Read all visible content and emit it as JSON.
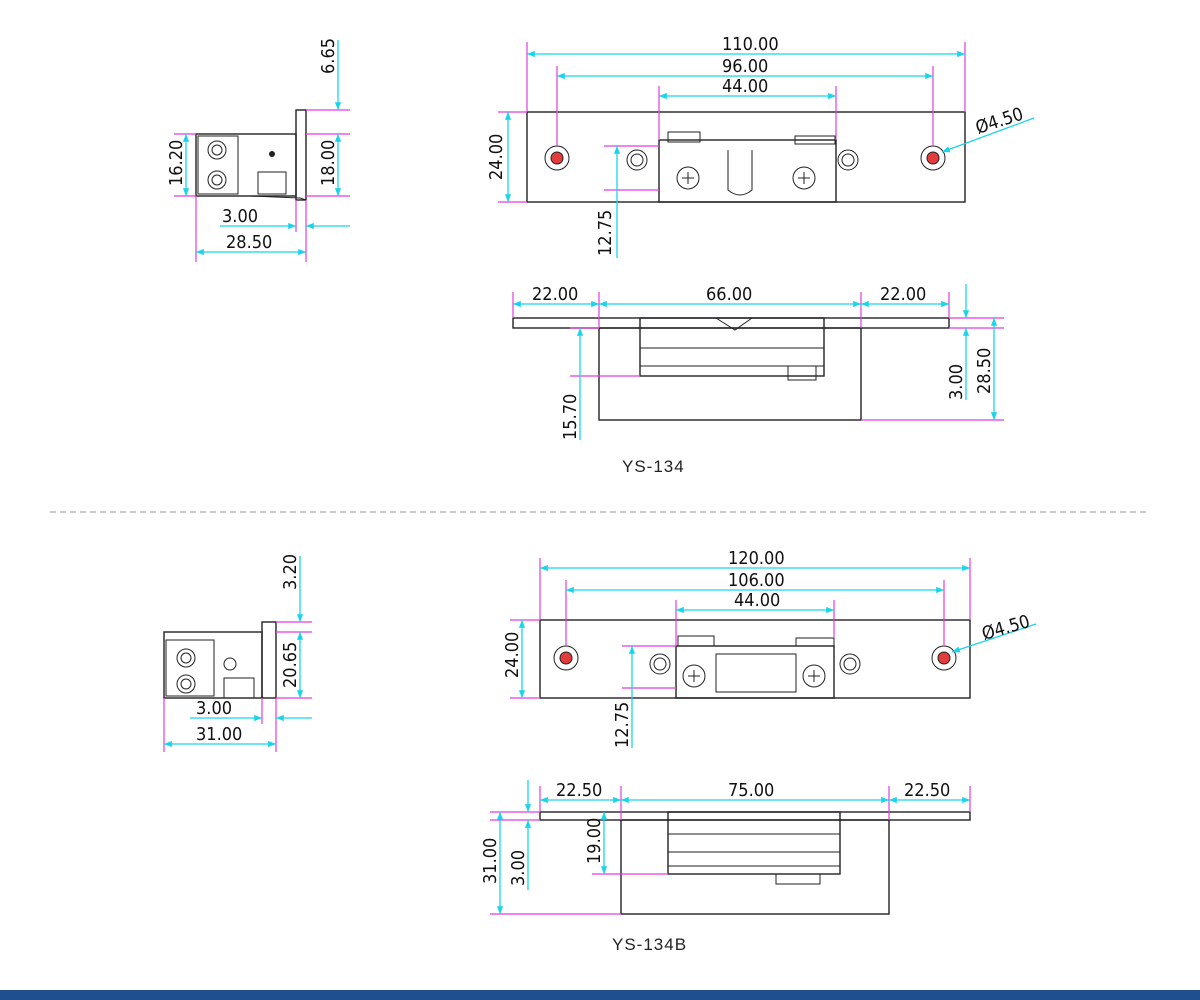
{
  "models": [
    {
      "caption": "YS-134",
      "side_view": {
        "depth": "28.50",
        "plate": "3.00",
        "height": "18.00",
        "body": "16.20",
        "top": "6.65"
      },
      "front_view": {
        "length": "110.00",
        "holes": "96.00",
        "center": "44.00",
        "hole_dia": "Ø4.50",
        "height": "24.00",
        "offset": "12.75"
      },
      "bottom_view": {
        "left": "22.00",
        "middle": "66.00",
        "right": "22.00",
        "depth": "15.70",
        "plate": "3.00",
        "total": "28.50"
      }
    },
    {
      "caption": "YS-134B",
      "side_view": {
        "depth": "31.00",
        "plate": "3.00",
        "height": "20.65",
        "top": "3.20"
      },
      "front_view": {
        "length": "120.00",
        "holes": "106.00",
        "center": "44.00",
        "hole_dia": "Ø4.50",
        "height": "24.00",
        "offset": "12.75"
      },
      "bottom_view": {
        "left": "22.50",
        "middle": "75.00",
        "right": "22.50",
        "depth": "19.00",
        "plate": "3.00",
        "total": "31.00"
      }
    }
  ],
  "colors": {
    "dimension": "#19d4ea",
    "extension": "#e23ce0",
    "outline": "#222222",
    "footer_bar": "#1f4f8f"
  }
}
